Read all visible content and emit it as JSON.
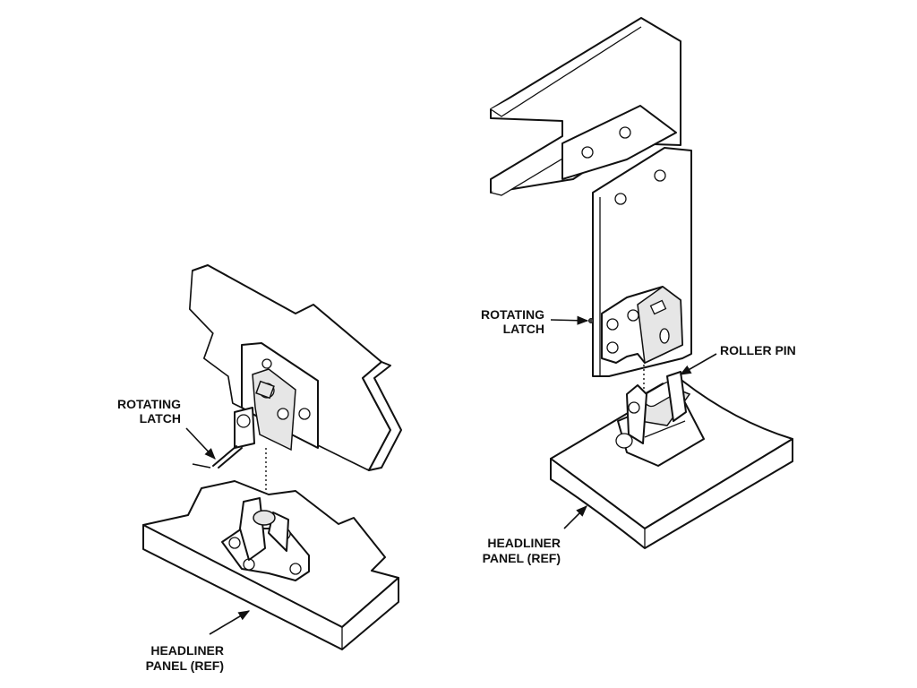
{
  "labels": {
    "left_latch": [
      "ROTATING",
      "LATCH"
    ],
    "left_panel": [
      "HEADLINER",
      "PANEL (REF)"
    ],
    "right_latch": [
      "ROTATING",
      "LATCH"
    ],
    "roller_pin": "ROLLER PIN",
    "right_panel": [
      "HEADLINER",
      "PANEL (REF)"
    ]
  }
}
